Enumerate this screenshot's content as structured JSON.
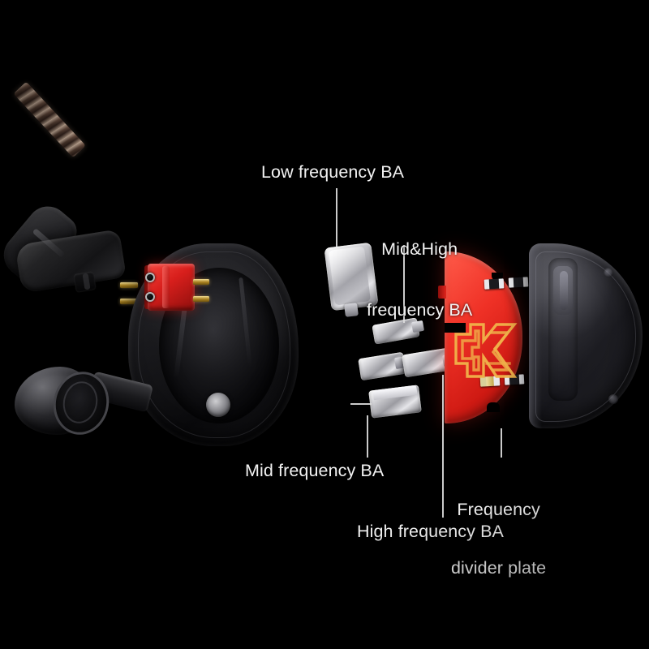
{
  "scene": {
    "title": "KZ in-ear monitor exploded view",
    "background_color": "#000000",
    "text_color": "#f2f2f2"
  },
  "labels": {
    "low_frequency_ba": "Low frequency BA",
    "mid_high_frequency_ba_line1": "Mid&High",
    "mid_high_frequency_ba_line2": "frequency BA",
    "mid_frequency_ba": "Mid frequency BA",
    "high_frequency_ba": "High frequency BA",
    "frequency_divider_plate_line1": "Frequency",
    "frequency_divider_plate_line2": "divider plate"
  },
  "parts": {
    "cable": "braided-detachable-cable",
    "connector": "two-pin-red-connector",
    "shell": "earphone-shell-body",
    "eartip": "silicone-eartip",
    "nozzle": "sound-nozzle",
    "driver_low": "low-frequency-balanced-armature",
    "driver_mid_high": "mid-high-frequency-balanced-armature",
    "driver_mid": "mid-frequency-balanced-armature",
    "driver_high": "high-frequency-balanced-armature",
    "divider_plate": "red-frequency-divider-pcb",
    "faceplate": "translucent-faceplate-cover"
  },
  "brand": {
    "logo_text": "KZ",
    "logo_color": "#f0b24a",
    "plate_color": "#e8301f"
  }
}
